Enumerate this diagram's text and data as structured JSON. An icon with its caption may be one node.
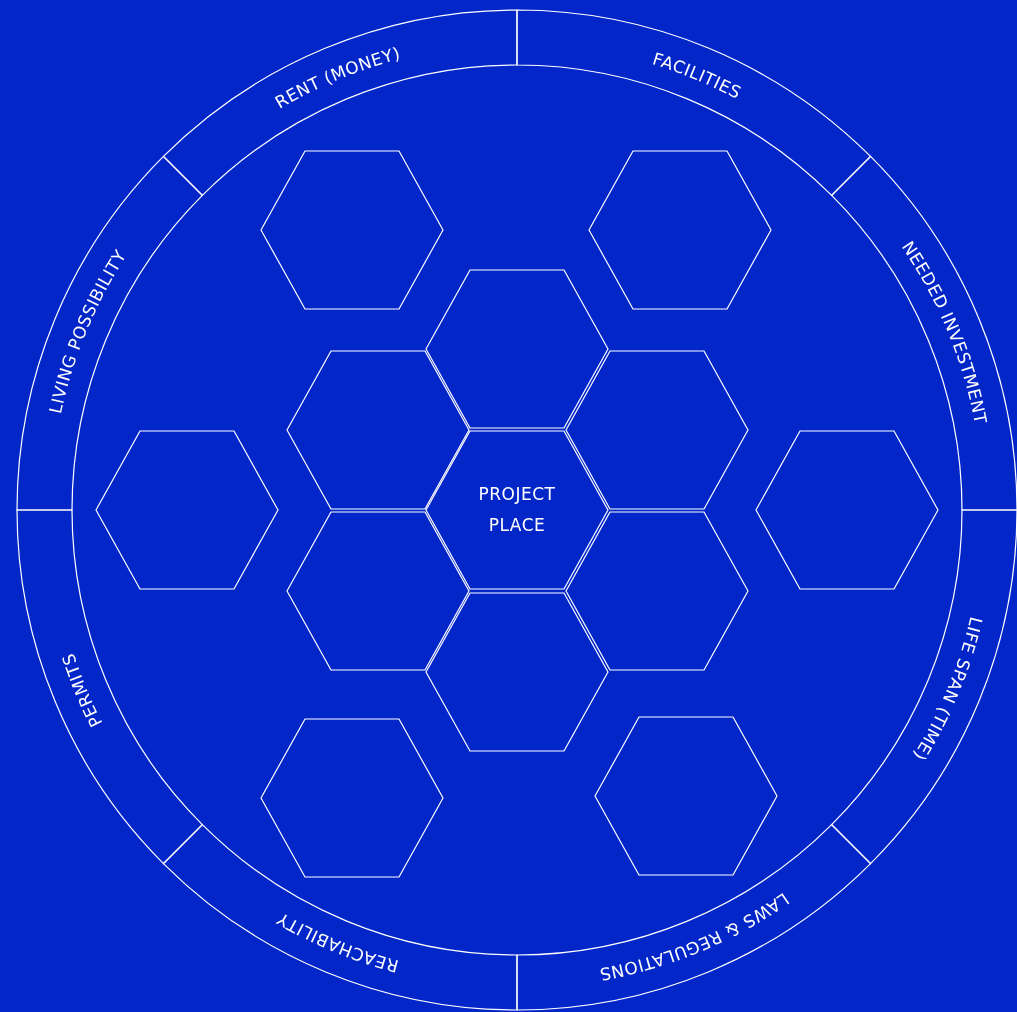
{
  "diagram": {
    "nodes": [
      {
        "text": [
          "RENT (MONEY)"
        ]
      },
      {
        "text": [
          "FACILITIES"
        ]
      },
      {
        "text": [
          "NEEDED INVESTMENT"
        ]
      },
      {
        "text": [
          "LIFE SPAN (TIME)"
        ]
      },
      {
        "text": [
          "LAWS & REGULATIONS"
        ]
      },
      {
        "text": [
          "REACHABILITY"
        ]
      },
      {
        "text": [
          "PERMITS"
        ]
      },
      {
        "text": [
          "LIVING POSSIBILITY"
        ]
      },
      {
        "text": [],
        "shape": "hexagon"
      },
      {
        "text": [],
        "shape": "hexagon"
      },
      {
        "text": [],
        "shape": "hexagon"
      },
      {
        "text": [],
        "shape": "hexagon"
      },
      {
        "text": [],
        "shape": "hexagon"
      },
      {
        "text": [],
        "shape": "hexagon"
      },
      {
        "text": [
          "PROJECT PLACE"
        ]
      },
      {
        "text": [],
        "shape": "hexagon"
      },
      {
        "text": [],
        "shape": "hexagon"
      },
      {
        "text": [],
        "shape": "hexagon"
      },
      {
        "text": [],
        "shape": "hexagon"
      },
      {
        "text": [],
        "shape": "hexagon"
      },
      {
        "text": [],
        "shape": "hexagon"
      }
    ],
    "edges": []
  }
}
